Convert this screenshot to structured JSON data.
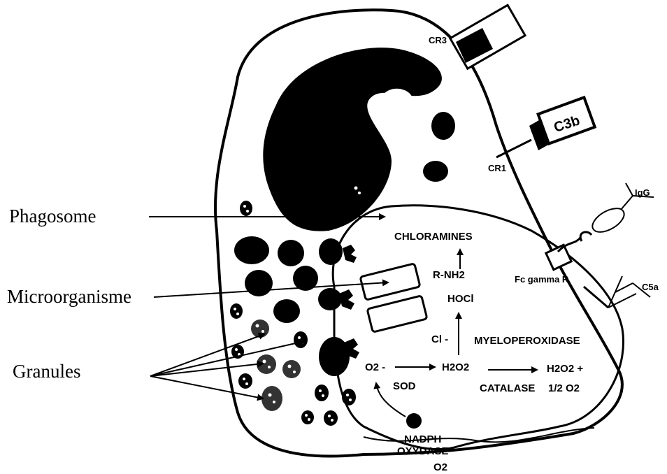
{
  "labels": {
    "phagosome": "Phagosome",
    "microorganisme": "Microorganisme",
    "granules": "Granules"
  },
  "receptors": {
    "cr3": "CR3",
    "c3b": "C3b",
    "cr1": "CR1",
    "igg": "IgG",
    "fc_gamma_r": "Fc gamma R",
    "c5a": "C5a"
  },
  "pathway": {
    "chloramines": "CHLORAMINES",
    "r_nh2": "R-NH2",
    "hocl": "HOCl",
    "cl": "Cl -",
    "myeloperoxidase": "MYELOPEROXIDASE",
    "o2_minus": "O2 -",
    "sod": "SOD",
    "h2o2": "H2O2",
    "catalase": "CATALASE",
    "h2o2_plus": "H2O2 +",
    "half_o2": "1/2 O2",
    "nadph": "NADPH",
    "oxydase": "OXYDASE",
    "o2": "O2"
  }
}
